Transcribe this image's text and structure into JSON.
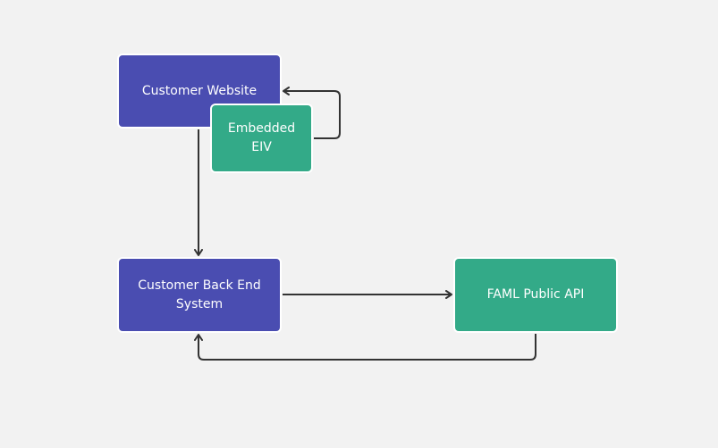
{
  "colors": {
    "background": "#f2f2f2",
    "primary_node": "#4a4db1",
    "accent_node": "#33aa88",
    "edge": "#333333",
    "node_text": "#ffffff"
  },
  "nodes": {
    "customer_website": "Customer Website",
    "embedded_eiv": "Embedded EIV",
    "customer_back_end": "Customer Back End System",
    "faml_public_api": "FAML Public API"
  },
  "edges": [
    {
      "from": "embedded_eiv",
      "to": "customer_website"
    },
    {
      "from": "customer_website",
      "to": "customer_back_end"
    },
    {
      "from": "customer_back_end",
      "to": "faml_public_api"
    },
    {
      "from": "faml_public_api",
      "to": "customer_back_end"
    }
  ]
}
